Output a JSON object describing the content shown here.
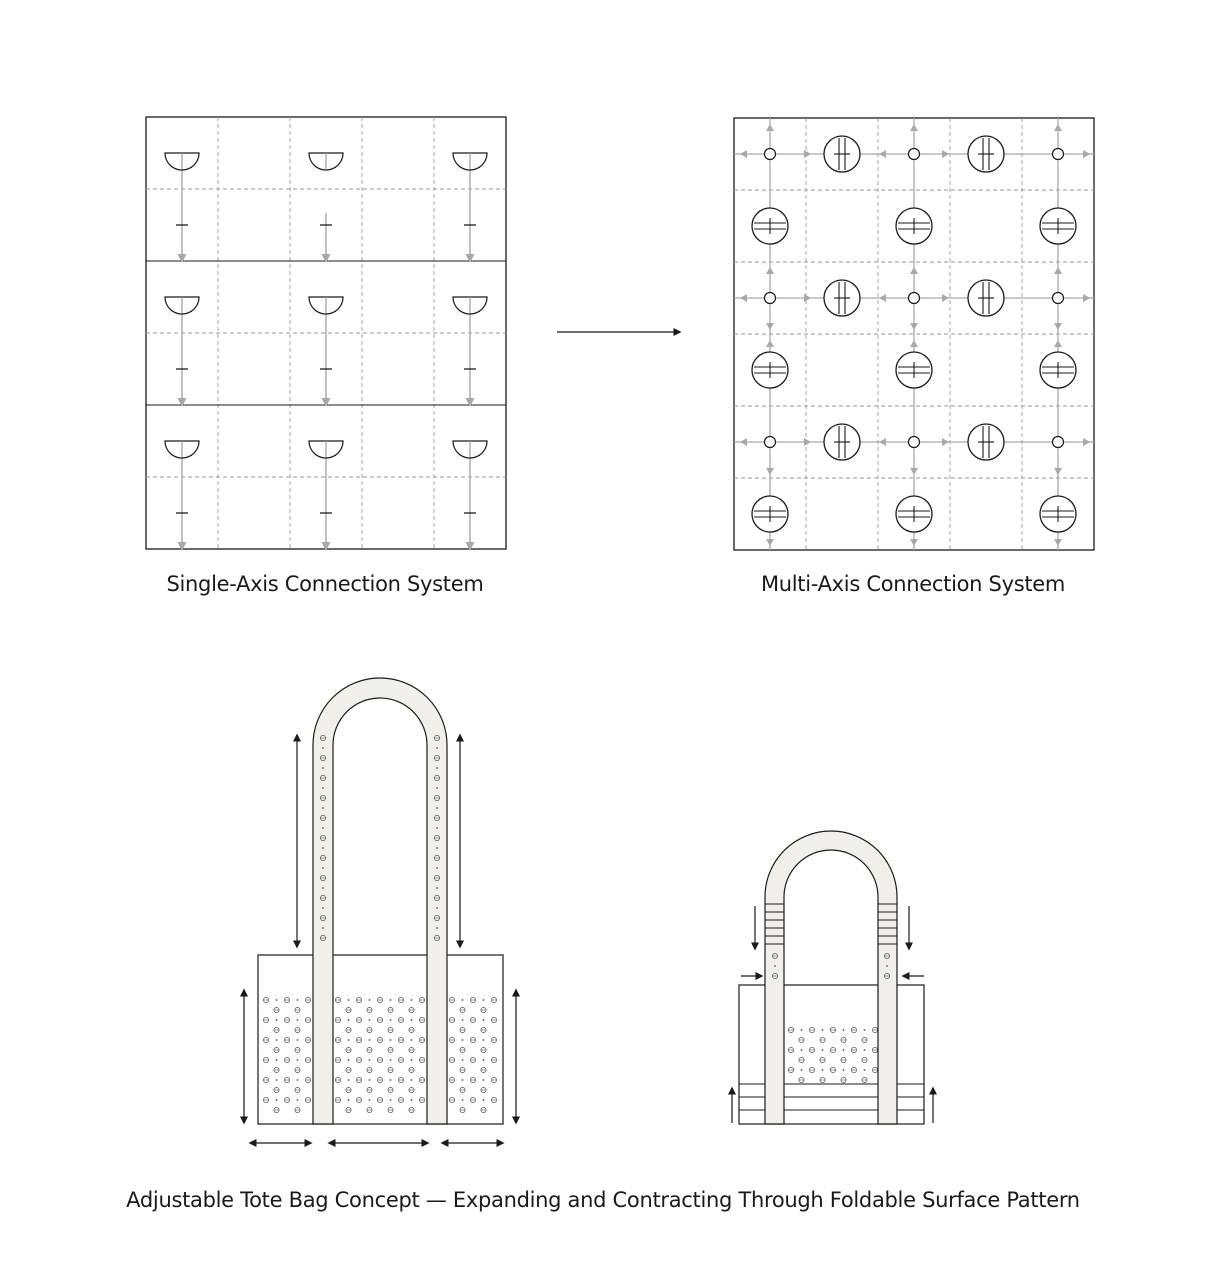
{
  "captions": {
    "single_axis": "Single-Axis Connection System",
    "multi_axis": "Multi-Axis Connection System",
    "tote": "Adjustable Tote Bag Concept — Expanding and Contracting Through Foldable Surface Pattern"
  },
  "panels": [
    {
      "id": "single-axis-panel",
      "rows": 6,
      "cols": 5,
      "connector": "half-circle-tab",
      "axes": [
        "vertical"
      ]
    },
    {
      "id": "multi-axis-panel",
      "rows": 6,
      "cols": 5,
      "connector": "split-circle-tab",
      "axes": [
        "vertical",
        "horizontal"
      ]
    }
  ],
  "icons": {
    "transition_arrow": "right-arrow-icon",
    "expand_arrow": "double-headed-arrow-icon",
    "contract_arrow": "inward-arrow-icon"
  },
  "colors": {
    "line": "#1a1a1a",
    "grid_dash": "#9a9a9a",
    "connection_arrow": "#a8a8a8",
    "strap_fill": "#f0efea"
  }
}
